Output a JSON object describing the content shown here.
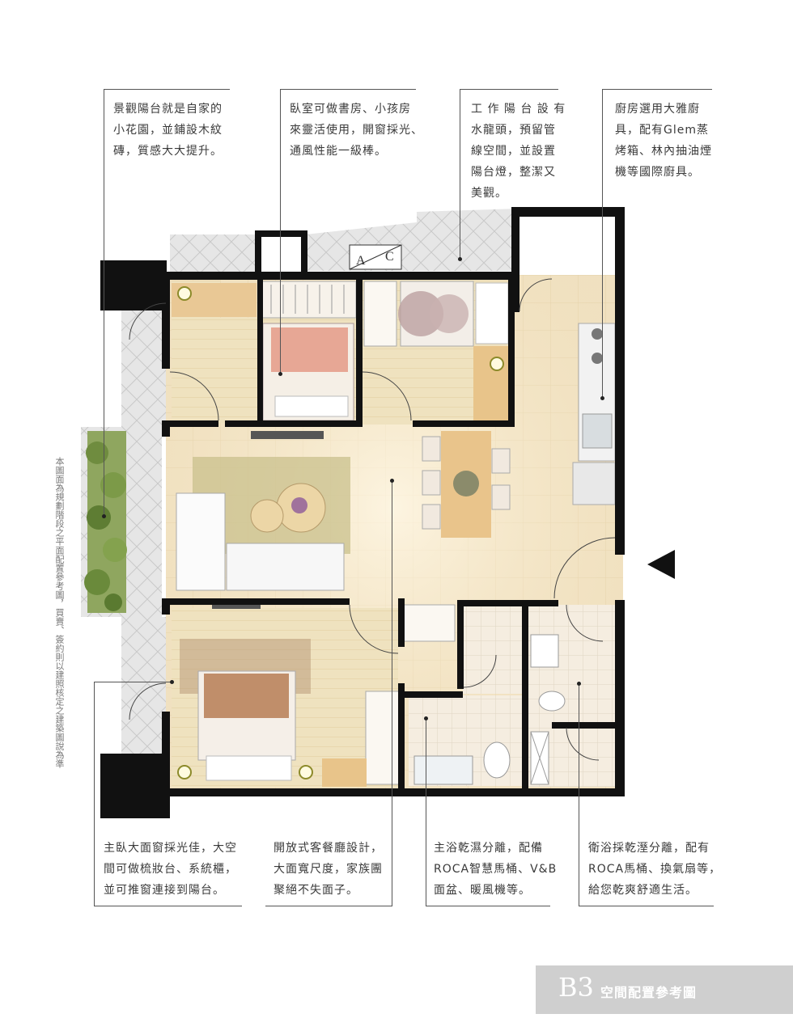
{
  "callouts": {
    "balcony_garden": [
      "景觀陽台就是自家的",
      "小花園，並鋪設木紋",
      "磚，質感大大提升。"
    ],
    "bedroom_flex": [
      "臥室可做書房、小孩房",
      "來靈活使用，開窗採光、",
      "通風性能一級棒。"
    ],
    "service_balcony": [
      "工 作 陽 台 設 有",
      "水龍頭，預留管",
      "線空間，並設置",
      "陽台燈，整潔又",
      "美觀。"
    ],
    "kitchen": [
      "廚房選用大雅廚",
      "具，配有Glem蒸",
      "烤箱、林內抽油煙",
      "機等國際廚具。"
    ],
    "master_bedroom": [
      "主臥大面窗採光佳，大空",
      "間可做梳妝台、系統櫃，",
      "並可推窗連接到陽台。"
    ],
    "living_dining": [
      "開放式客餐廳設計，",
      "大面寬尺度，家族團",
      "聚絕不失面子。"
    ],
    "master_bath": [
      "主浴乾濕分離，配備",
      "ROCA智慧馬桶、V&B",
      "面盆、暖風機等。"
    ],
    "guest_bath": [
      "衛浴採乾溼分離，配有",
      "ROCA馬桶、換氣扇等，",
      "給您乾爽舒適生活。"
    ]
  },
  "plan": {
    "ac_label_a": "A",
    "ac_label_c": "C"
  },
  "side_note": "本圖面為規劃階段之平面配置參考圖，買賣、簽約則以建照核定之建築圖說為準",
  "badge": {
    "code": "B3",
    "label": "空間配置參考圖"
  },
  "colors": {
    "wall": "#111111",
    "floor_wood": "#e9d6a8",
    "floor_tile": "#f3e6cc",
    "balcony_tile": "#dcdcdc",
    "badge_bg": "#cfcfcf"
  }
}
